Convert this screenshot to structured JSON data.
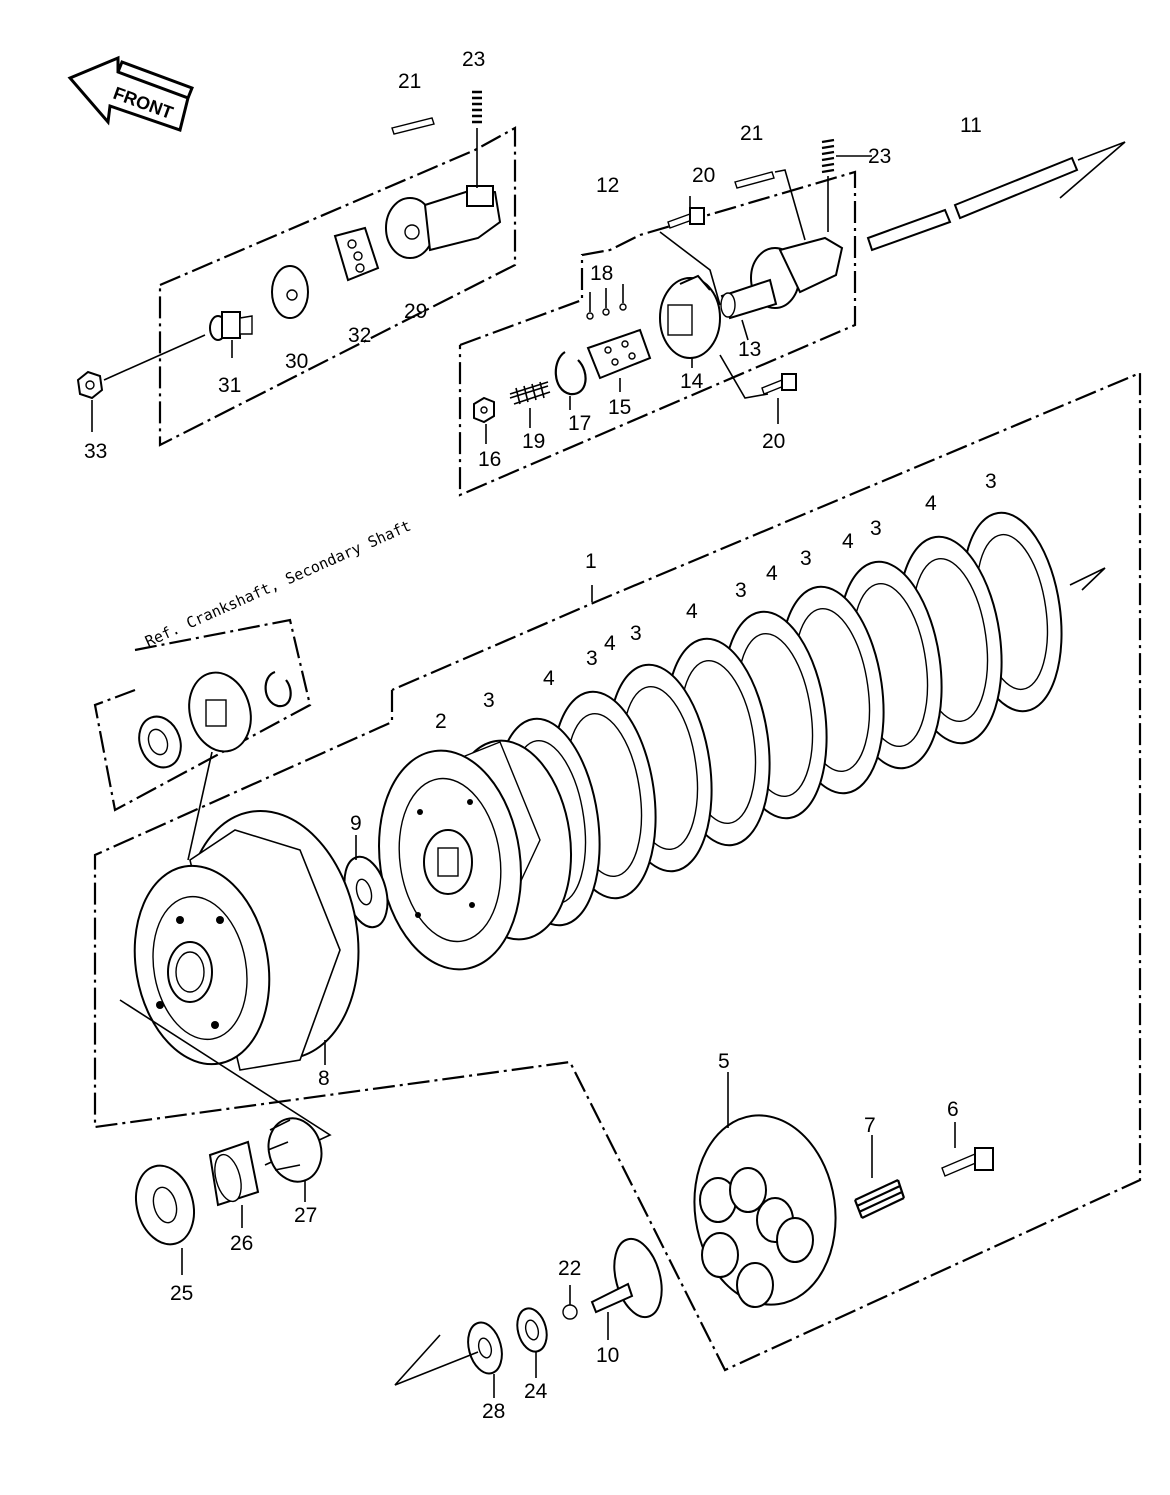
{
  "front_label": "FRONT",
  "ref_text": "Ref.  Crankshaft, Secondary Shaft",
  "callouts": {
    "c1": "1",
    "c2": "2",
    "c3": "3",
    "c4": "4",
    "c5": "5",
    "c6": "6",
    "c7": "7",
    "c8": "8",
    "c9": "9",
    "c10": "10",
    "c11": "11",
    "c12": "12",
    "c13": "13",
    "c14": "14",
    "c15": "15",
    "c16": "16",
    "c17": "17",
    "c18": "18",
    "c19": "19",
    "c20": "20",
    "c21": "21",
    "c22": "22",
    "c23": "23",
    "c24": "24",
    "c25": "25",
    "c26": "26",
    "c27": "27",
    "c28": "28",
    "c29": "29",
    "c30": "30",
    "c31": "31",
    "c32": "32",
    "c33": "33"
  }
}
